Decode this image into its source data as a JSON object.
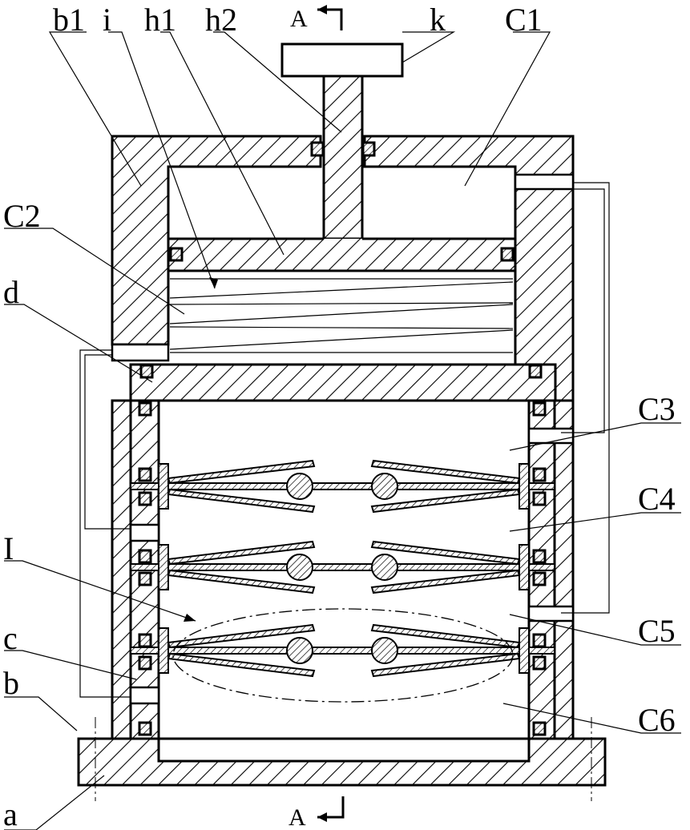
{
  "labels": {
    "b1": "b1",
    "i": "i",
    "h1": "h1",
    "h2": "h2",
    "k": "k",
    "C1": "C1",
    "C2": "C2",
    "d": "d",
    "C3": "C3",
    "C4": "C4",
    "I": "I",
    "C5": "C5",
    "c": "c",
    "b": "b",
    "C6": "C6",
    "a": "a",
    "section_top": "A",
    "section_bottom": "A"
  },
  "colors": {
    "line": "#000000",
    "background": "#ffffff"
  }
}
